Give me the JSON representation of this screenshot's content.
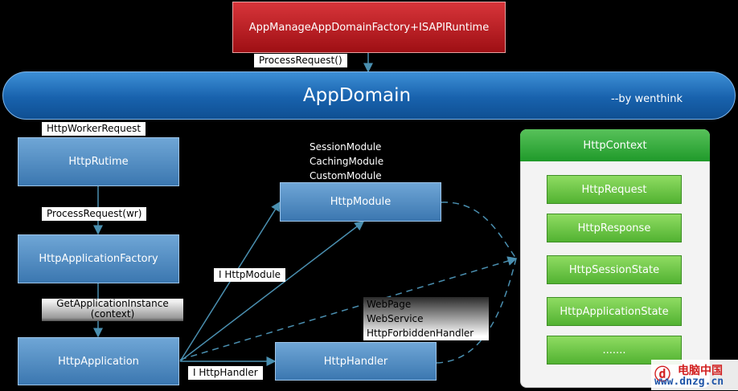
{
  "nodes": {
    "top": "AppManageAppDomainFactory+ISAPIRuntime",
    "appdomain": "AppDomain",
    "byline": "--by wenthink",
    "httpruntime": "HttpRutime",
    "appfactory": "HttpApplicationFactory",
    "httpapplication": "HttpApplication",
    "httpmodule": "HttpModule",
    "httphandler": "HttpHandler"
  },
  "labels": {
    "process_request": "ProcessRequest()",
    "worker_request": "HttpWorkerRequest",
    "process_request_wr": "ProcessRequest(wr)",
    "get_app_instance_1": "GetApplicationInstance",
    "get_app_instance_2": "(context)",
    "ihttpmodule": "I HttpModule",
    "ihttphandler": "I HttpHandler"
  },
  "module_list": [
    "SessionModule",
    "CachingModule",
    "CustomModule"
  ],
  "handler_list": [
    "WebPage",
    "WebService",
    "HttpForbiddenHandler"
  ],
  "context": {
    "title": "HttpContext",
    "items": [
      "HttpRequest",
      "HttpResponse",
      "HttpSessionState",
      "HttpApplicationState",
      "......."
    ]
  },
  "watermark": {
    "logo": "ⓓ",
    "site_cn": "电脑中国",
    "url": "www.dnzg.cn"
  },
  "colors": {
    "arrow": "#4a8fb0",
    "top_box": "#c0252a",
    "banner": "#1a66b0",
    "context_header": "#2ea83a",
    "context_item": "#6cc84a"
  }
}
